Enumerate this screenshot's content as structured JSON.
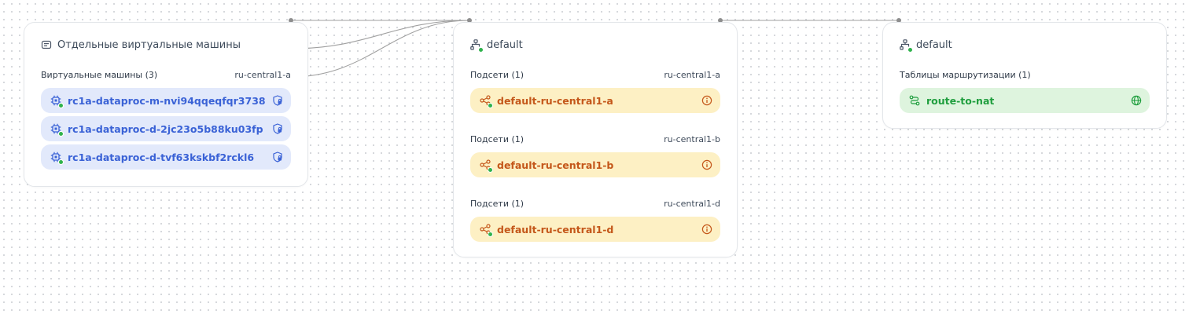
{
  "colors": {
    "vm_pill_bg": "#e2e9fb",
    "vm_text": "#3a62d6",
    "subnet_pill_bg": "#fdf0c4",
    "subnet_text": "#c4571a",
    "route_pill_bg": "#def4de",
    "route_text": "#1f9e3e",
    "status_green": "#2fb24c",
    "connector": "#9a9a9a"
  },
  "vm_group": {
    "icon": "server-list-icon",
    "title": "Отдельные виртуальные машины",
    "section_label": "Виртуальные машины",
    "section_count": "(3)",
    "zone": "ru-central1-a",
    "items": [
      {
        "icon": "cpu-icon",
        "name": "rc1a-dataproc-m-nvi94qqeqfqr3738",
        "action_icon": "shield-lock-icon"
      },
      {
        "icon": "cpu-icon",
        "name": "rc1a-dataproc-d-2jc23o5b88ku03fp",
        "action_icon": "shield-lock-icon"
      },
      {
        "icon": "cpu-icon",
        "name": "rc1a-dataproc-d-tvf63kskbf2rckl6",
        "action_icon": "shield-lock-icon"
      }
    ]
  },
  "network": {
    "icon": "network-icon",
    "title": "default",
    "sections": [
      {
        "label": "Подсети (1)",
        "zone": "ru-central1-a",
        "subnet": "default-ru-central1-a",
        "subnet_icon": "subnet-share-icon",
        "info_icon": "info-icon"
      },
      {
        "label": "Подсети (1)",
        "zone": "ru-central1-b",
        "subnet": "default-ru-central1-b",
        "subnet_icon": "subnet-share-icon",
        "info_icon": "info-icon"
      },
      {
        "label": "Подсети (1)",
        "zone": "ru-central1-d",
        "subnet": "default-ru-central1-d",
        "subnet_icon": "subnet-share-icon",
        "info_icon": "info-icon"
      }
    ]
  },
  "routing": {
    "icon": "network-icon",
    "title": "default",
    "section_label": "Таблицы маршрутизации (1)",
    "items": [
      {
        "icon": "route-icon",
        "name": "route-to-nat",
        "action_icon": "globe-icon"
      }
    ]
  }
}
